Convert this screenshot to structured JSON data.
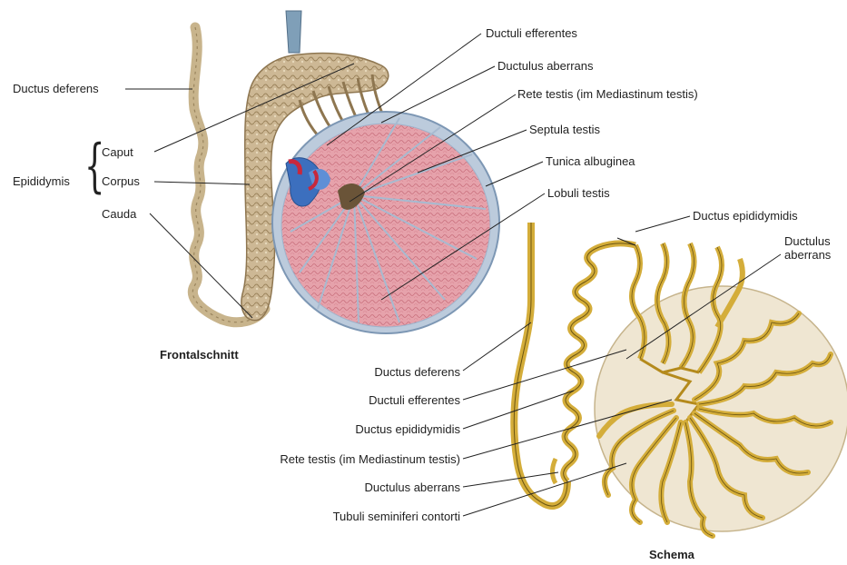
{
  "frontal": {
    "caption": "Frontalschnitt",
    "labels": {
      "ductus_deferens": "Ductus deferens",
      "epididymis": "Epididymis",
      "caput": "Caput",
      "corpus": "Corpus",
      "cauda": "Cauda",
      "ductuli_efferentes": "Ductuli efferentes",
      "ductulus_aberrans": "Ductulus aberrans",
      "rete_testis": "Rete testis (im Mediastinum testis)",
      "septula_testis": "Septula testis",
      "tunica_albuginea": "Tunica albuginea",
      "lobuli_testis": "Lobuli testis"
    }
  },
  "schema": {
    "caption": "Schema",
    "labels": {
      "ductus_epididymidis_top": "Ductus epididymidis",
      "ductulus_aberrans_top_1": "Ductulus",
      "ductulus_aberrans_top_2": "aberrans",
      "ductus_deferens": "Ductus deferens",
      "ductuli_efferentes": "Ductuli efferentes",
      "ductus_epididymidis": "Ductus epididymidis",
      "rete_testis": "Rete testis (im Mediastinum testis)",
      "ductulus_aberrans": "Ductulus aberrans",
      "tubuli_seminiferi": "Tubuli seminiferi contorti"
    }
  },
  "colors": {
    "testis_fill": "#e8a8b0",
    "tunica": "#b8c8dc",
    "epididymis": "#c8b490",
    "duct": "#d4ad3a",
    "schema_bg": "#efe6d2",
    "vein": "#3a6fb8",
    "artery": "#c8283c"
  }
}
